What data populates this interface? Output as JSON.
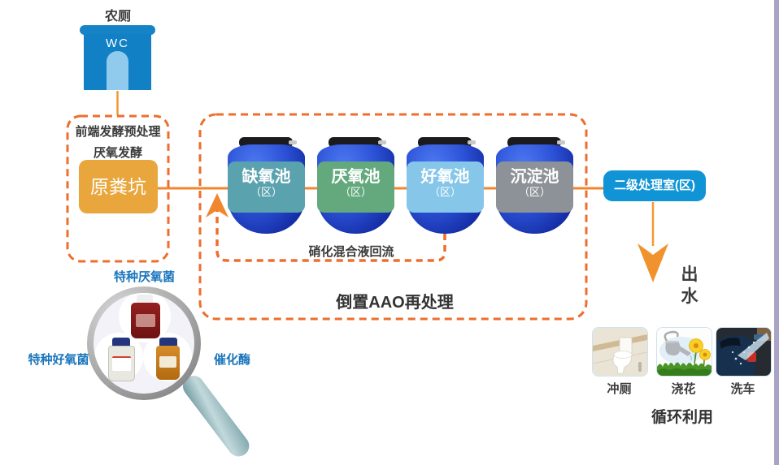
{
  "source": {
    "title": "农厕",
    "wc": "WC"
  },
  "pretreatment": {
    "line1": "前端发酵预处理",
    "line2": "厌氧发酵",
    "tank": "原粪坑"
  },
  "additives": {
    "anaerobic": "特种厌氧菌",
    "aerobic": "特种好氧菌",
    "catalyst": "催化酶"
  },
  "aao": {
    "title": "倒置AAO再处理",
    "recirculation": "硝化混合液回流",
    "tanks": [
      {
        "name": "缺氧池",
        "zone": "（区）",
        "color": "#5aa2ae"
      },
      {
        "name": "厌氧池",
        "zone": "（区）",
        "color": "#63a97d"
      },
      {
        "name": "好氧池",
        "zone": "（区）",
        "color": "#85c6e9"
      },
      {
        "name": "沉淀池",
        "zone": "（区）",
        "color": "#8d9298"
      }
    ]
  },
  "secondary": {
    "label": "二级处理室(区)"
  },
  "outflow": {
    "char1": "出",
    "char2": "水"
  },
  "reuse": {
    "title": "循环利用",
    "items": [
      {
        "label": "冲厕"
      },
      {
        "label": "浇花"
      },
      {
        "label": "洗车"
      }
    ]
  },
  "colors": {
    "dashed_orange": "#ed6e2d",
    "line_orange": "#f2852e",
    "pit_orange": "#e9a63c",
    "building_blue": "#1180c4",
    "secondary_blue": "#1094d6",
    "label_blue": "#1a76bd",
    "barrel_blue": "#2b51d6",
    "side_band": "#a9a4c6"
  }
}
